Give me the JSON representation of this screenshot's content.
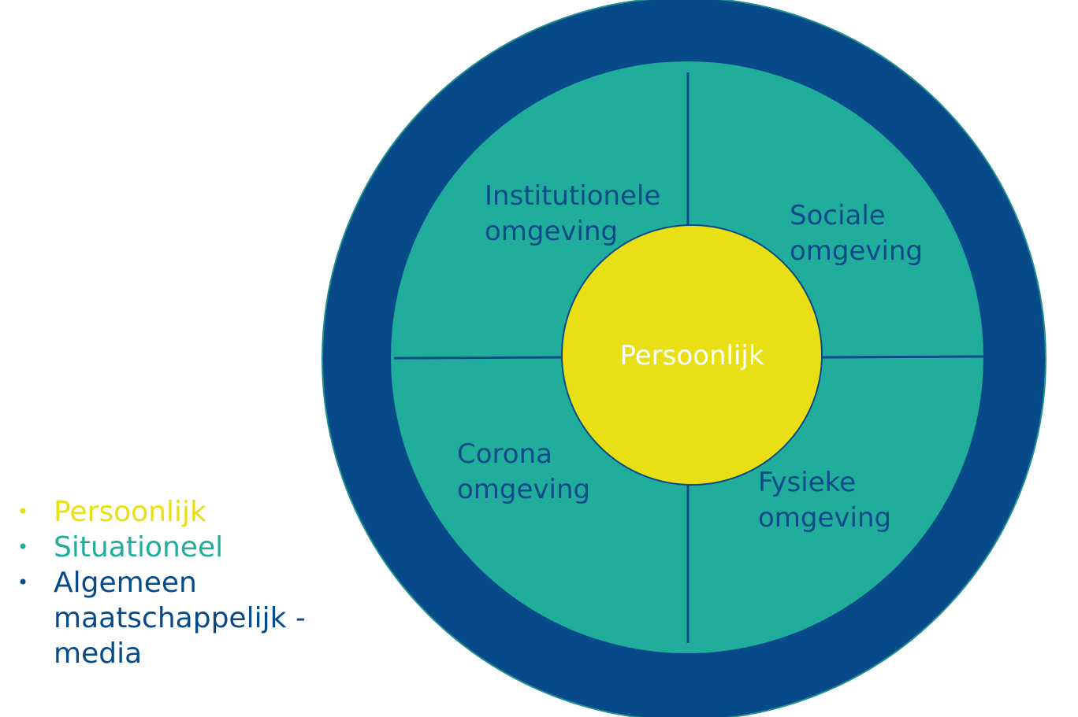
{
  "colors": {
    "outer_ring": "#064a8a",
    "middle_ring": "#21ad9c",
    "center": "#e8e015",
    "segment_text": "#0b4a88",
    "center_text": "#ffffff",
    "divider": "#0b4a88",
    "outline": "#1f8f8f"
  },
  "diagram": {
    "center_label": "Persoonlijk",
    "segments": [
      {
        "line1": "Institutionele",
        "line2": "omgeving"
      },
      {
        "line1": "Sociale",
        "line2": "omgeving"
      },
      {
        "line1": "Corona",
        "line2": "omgeving"
      },
      {
        "line1": "Fysieke",
        "line2": "omgeving"
      }
    ]
  },
  "legend": {
    "bullet": "•",
    "items": [
      {
        "text": "Persoonlijk",
        "color": "#e8e015"
      },
      {
        "text": "Situationeel",
        "color": "#21ad9c"
      },
      {
        "text": "Algemeen maatschappelijk - media",
        "color": "#064a8a"
      }
    ]
  }
}
